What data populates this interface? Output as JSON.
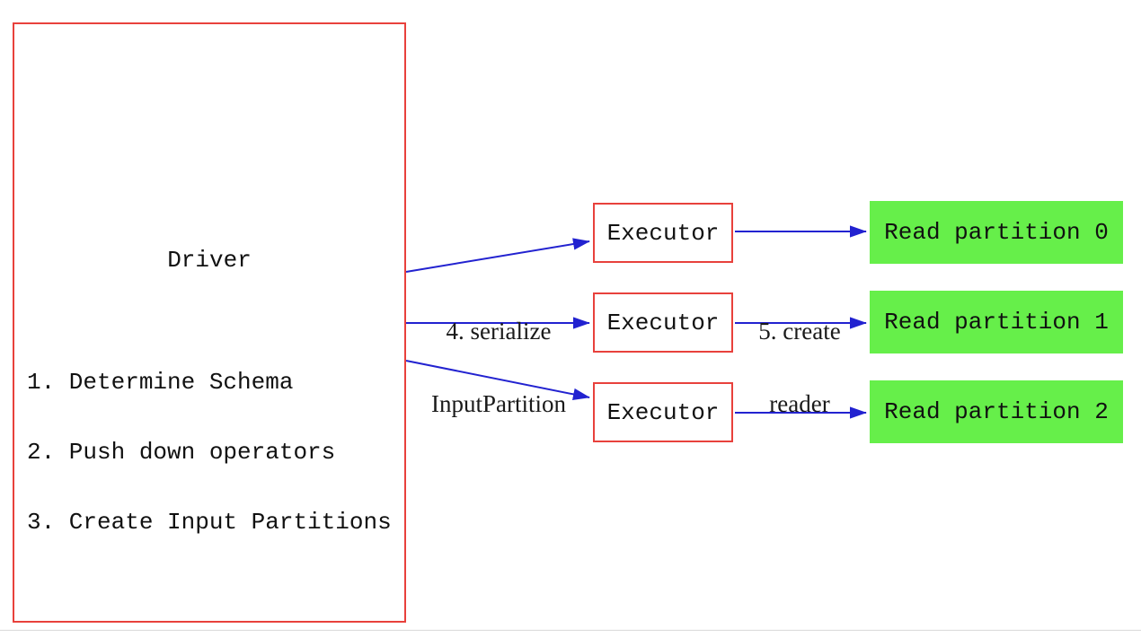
{
  "diagram": {
    "driver": {
      "title": "Driver",
      "steps": [
        "1. Determine Schema",
        "2. Push down operators",
        "3. Create Input Partitions"
      ]
    },
    "executors": [
      {
        "label": "Executor"
      },
      {
        "label": "Executor"
      },
      {
        "label": "Executor"
      }
    ],
    "partitions": [
      {
        "label": "Read partition 0"
      },
      {
        "label": "Read partition 1"
      },
      {
        "label": "Read partition 2"
      }
    ],
    "edge_labels": {
      "serialize": {
        "line1": "4. serialize",
        "line2": "InputPartition"
      },
      "create_reader": {
        "line1": "5. create",
        "line2": "reader"
      }
    },
    "colors": {
      "box_border_red": "#e8413c",
      "arrow_blue": "#2222d0",
      "partition_green": "#66ef4a",
      "text": "#111111"
    }
  }
}
